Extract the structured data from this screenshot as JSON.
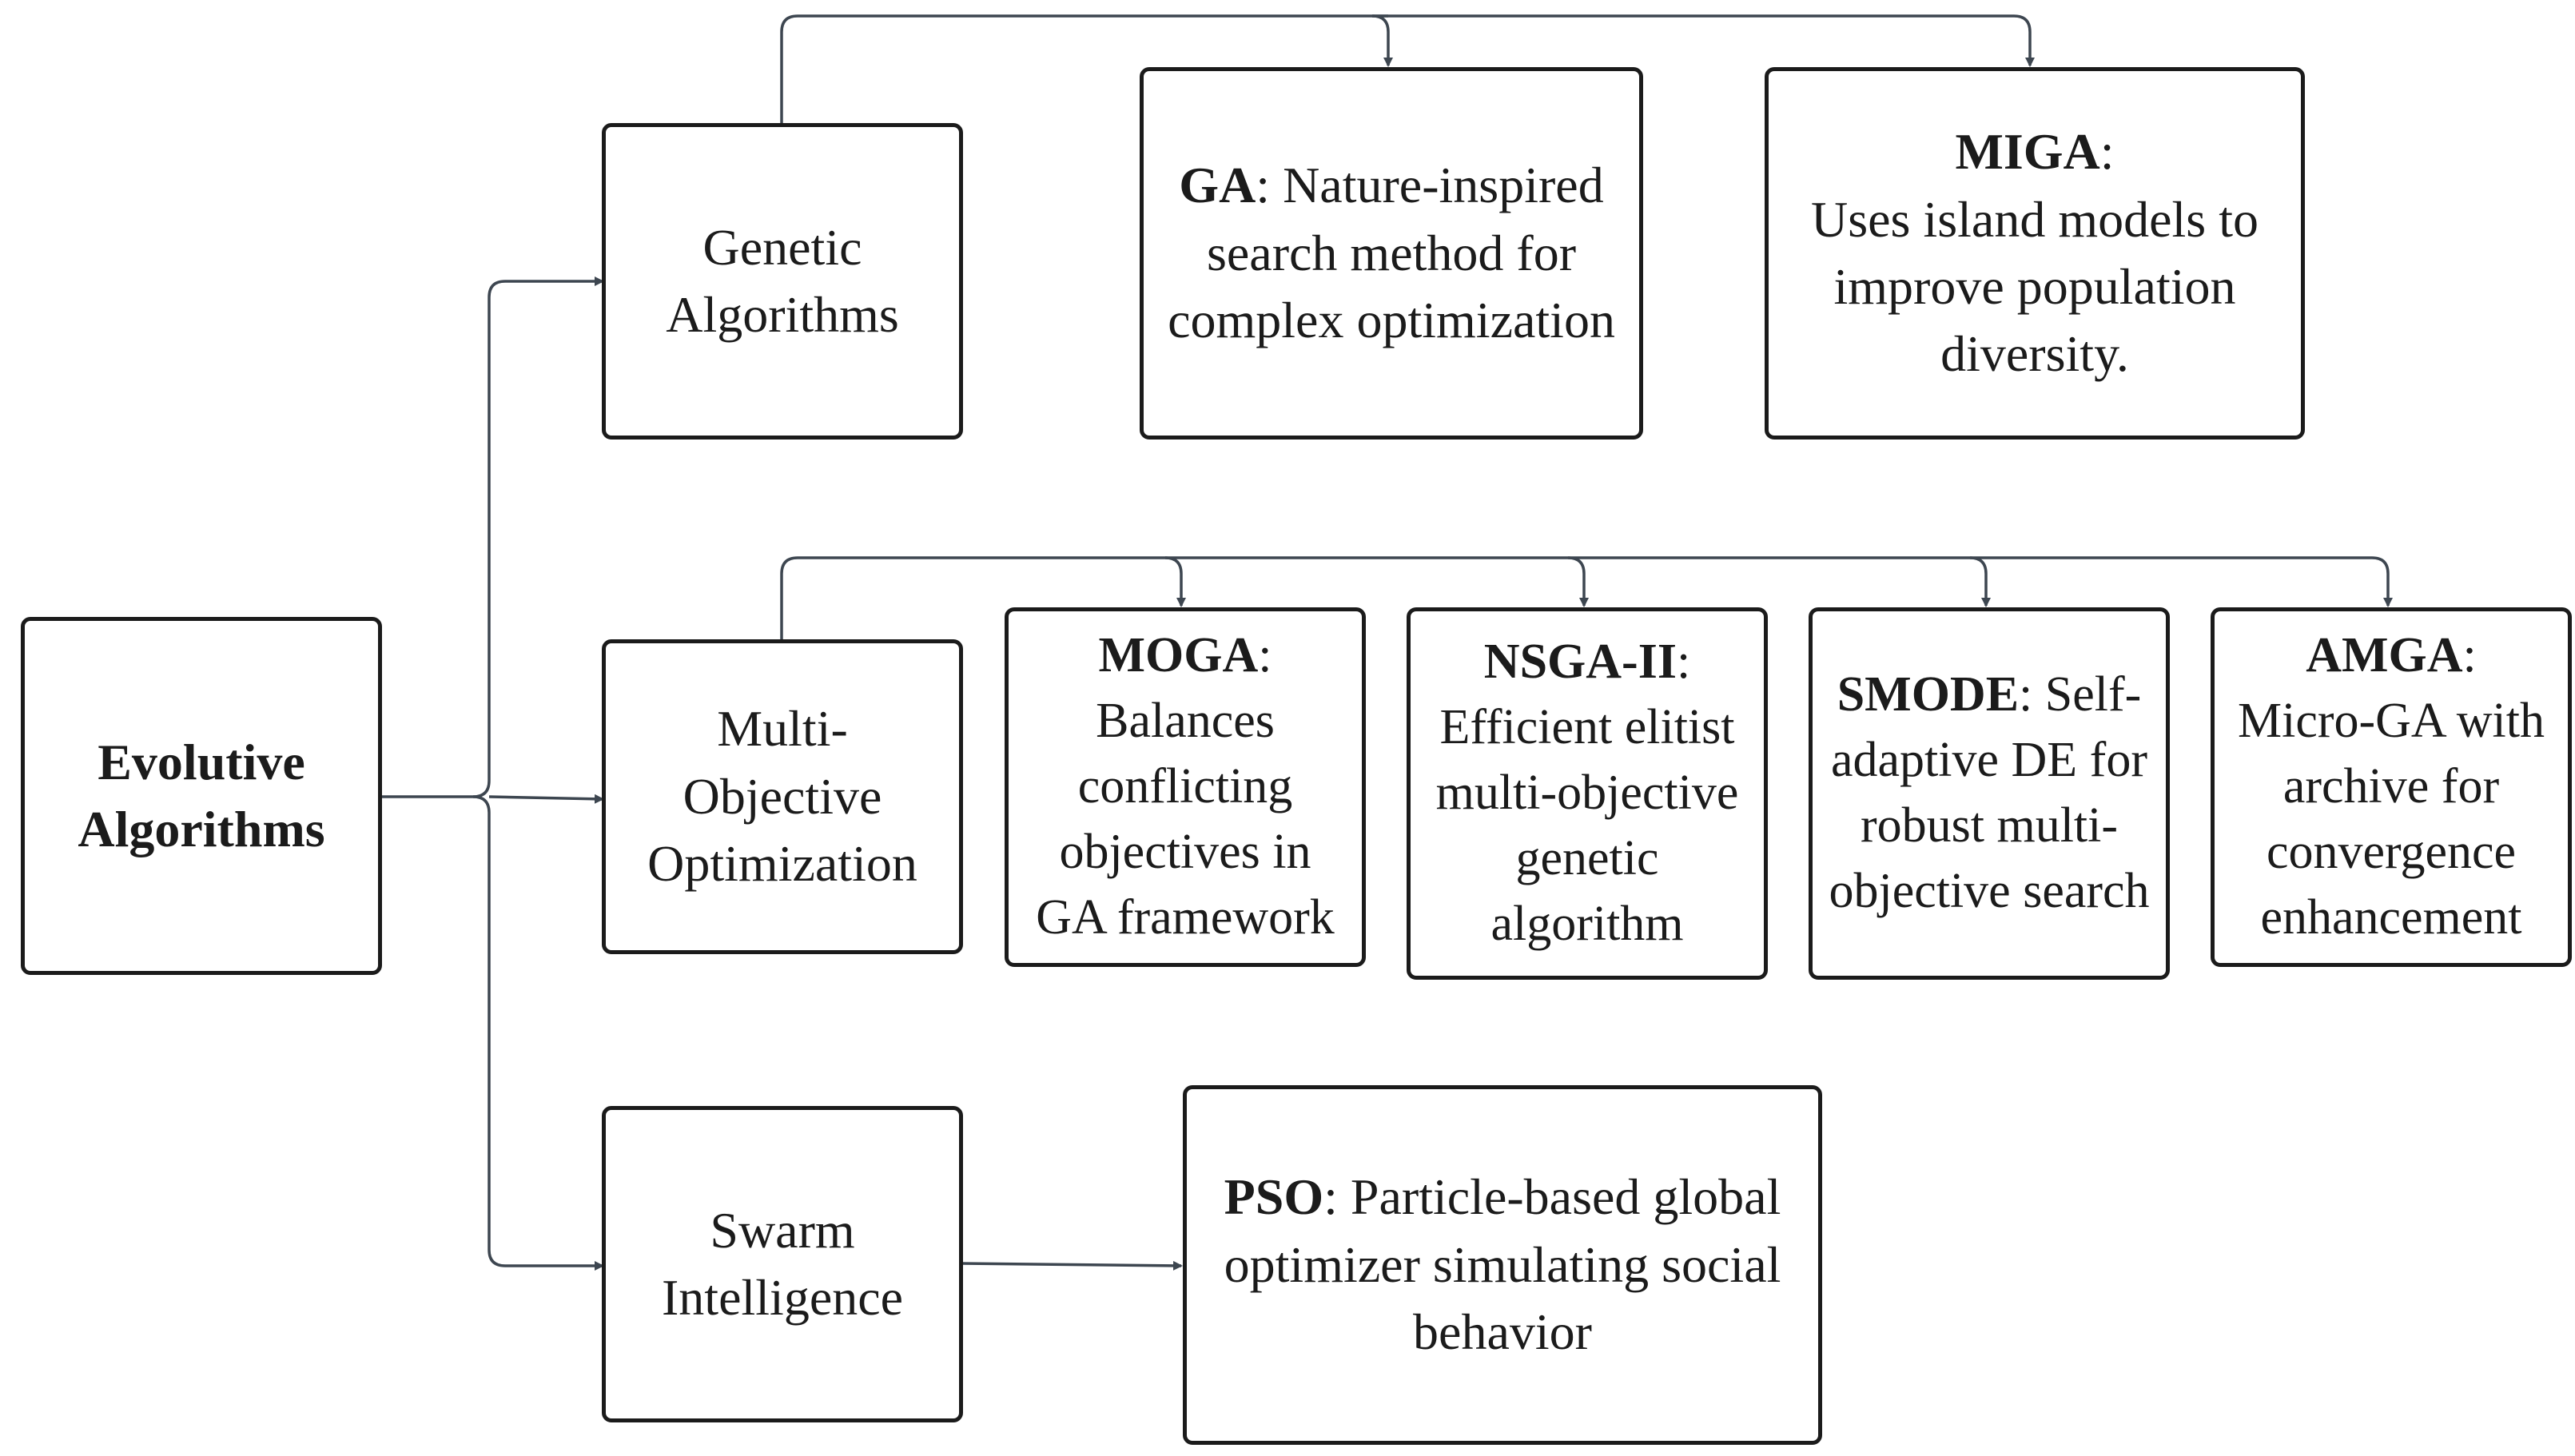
{
  "root": {
    "label": "Evolutive Algorithms"
  },
  "categories": [
    {
      "label": "Genetic Algorithms",
      "children": [
        {
          "term": "GA",
          "sep": ": ",
          "desc": "Nature-inspired search method for complex optimization"
        },
        {
          "term": "MIGA",
          "sep": ":",
          "desc": "Uses island models to improve population diversity."
        }
      ]
    },
    {
      "label": "Multi-Objective Optimization",
      "children": [
        {
          "term": "MOGA",
          "sep": ":",
          "desc": "Balances conflicting objectives in GA framework"
        },
        {
          "term": "NSGA-II",
          "sep": ":",
          "desc": "Efficient elitist multi-objective genetic algorithm"
        },
        {
          "term": "SMODE",
          "sep": ": ",
          "desc": "Self-adaptive DE for robust multi-objective search"
        },
        {
          "term": "AMGA",
          "sep": ":",
          "desc": "Micro-GA with archive for convergence enhancement"
        }
      ]
    },
    {
      "label": "Swarm Intelligence",
      "children": [
        {
          "term": "PSO",
          "sep": ": ",
          "desc": "Particle-based global optimizer simulating social behavior"
        }
      ]
    }
  ],
  "colors": {
    "box_border": "#1b1b1b",
    "connector": "#3d4650",
    "background": "#ffffff"
  }
}
